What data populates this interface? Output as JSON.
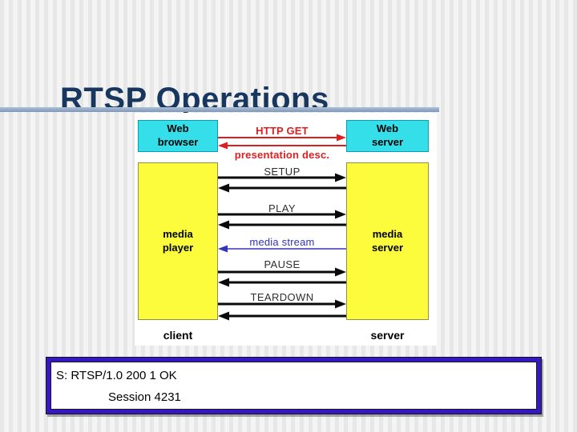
{
  "slide": {
    "title": "RTSP Operations"
  },
  "diagram": {
    "web_browser_label": "Web browser",
    "web_server_label": "Web server",
    "media_player_label": "media player",
    "media_server_label": "media server",
    "client_label": "client",
    "server_label": "server",
    "messages": {
      "http_get": "HTTP GET",
      "presentation_desc": "presentation desc.",
      "setup": "SETUP",
      "play": "PLAY",
      "media_stream": "media stream",
      "pause": "PAUSE",
      "teardown": "TEARDOWN"
    }
  },
  "code_box": {
    "line1": "S: RTSP/1.0 200 1 OK",
    "line2": "Session 4231"
  },
  "colors": {
    "title_text": "#17375e",
    "divider": "#8aa2c0",
    "cyan_box": "#35dfe9",
    "yellow_box": "#fcfc3c",
    "red_arrow": "#dd1f1f",
    "blue_arrow": "#3333bb",
    "black_arrow": "#0a0a0a",
    "code_box_border": "#3517c4",
    "background_stripe_dark": "#e7e7e7",
    "background_stripe_light": "#f4f4f4"
  }
}
